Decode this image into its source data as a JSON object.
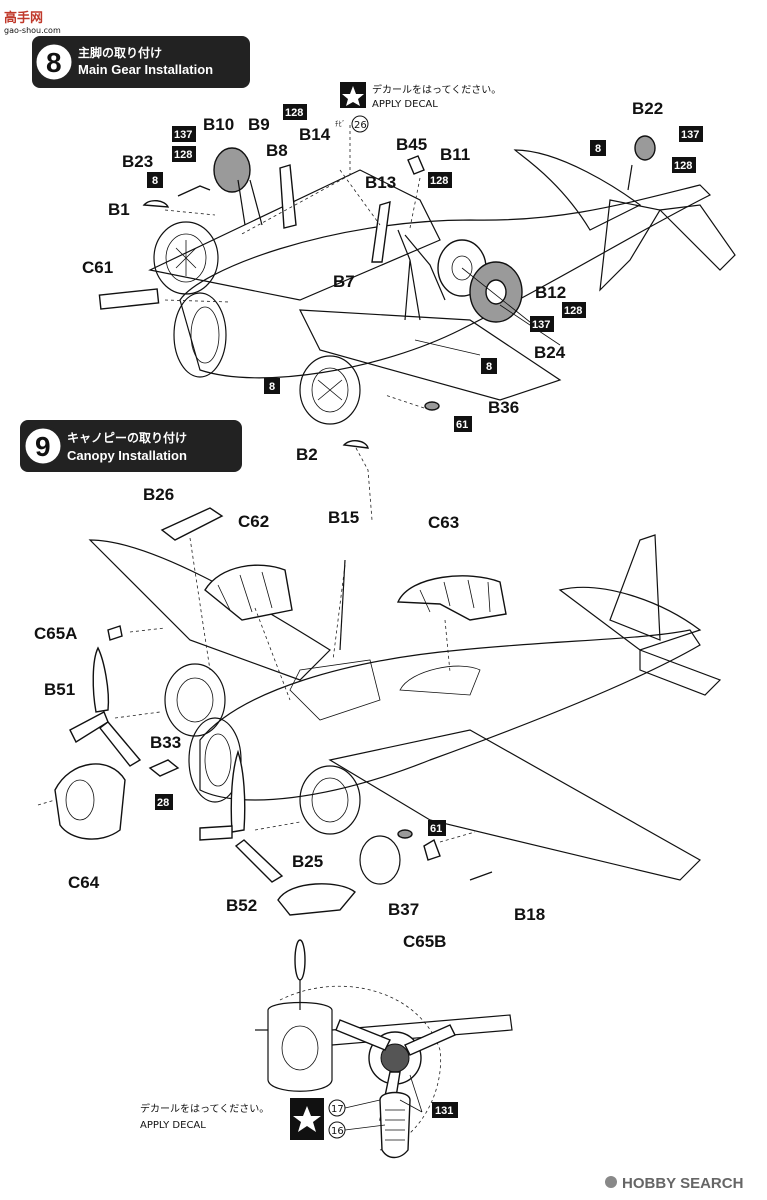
{
  "watermark": {
    "brand_jp": "高手网",
    "domain": "gao-shou.com",
    "footer": "HOBBY SEARCH"
  },
  "step8": {
    "number": "8",
    "title_jp": "主脚の取り付け",
    "title_en": "Main Gear Installation"
  },
  "step9": {
    "number": "9",
    "title_jp": "キャノピーの取り付け",
    "title_en": "Canopy Installation"
  },
  "decal_notes": [
    {
      "jp": "デカールをはってください。",
      "en": "APPLY DECAL"
    },
    {
      "jp": "デカールをはってください。",
      "en": "APPLY DECAL"
    }
  ],
  "step8_parts": [
    "B10",
    "B9",
    "B8",
    "B14",
    "B23",
    "B1",
    "C61",
    "B45",
    "B11",
    "B13",
    "B7",
    "B12",
    "B24",
    "B36",
    "B2",
    "B22"
  ],
  "step8_colors": [
    "137",
    "128",
    "8",
    "128",
    "8",
    "128",
    "8",
    "128",
    "137",
    "61",
    "8",
    "137",
    "128"
  ],
  "step8_decal_number": "26",
  "step8_decal_kana": "ﾁﾋﾞ",
  "step9_parts": [
    "B26",
    "C62",
    "B15",
    "C63",
    "C65A",
    "B51",
    "B33",
    "C64",
    "B52",
    "B25",
    "B37",
    "C65B",
    "B18"
  ],
  "step9_colors": [
    "28",
    "61",
    "131"
  ],
  "step9_decal_numbers": [
    "17",
    "16"
  ]
}
